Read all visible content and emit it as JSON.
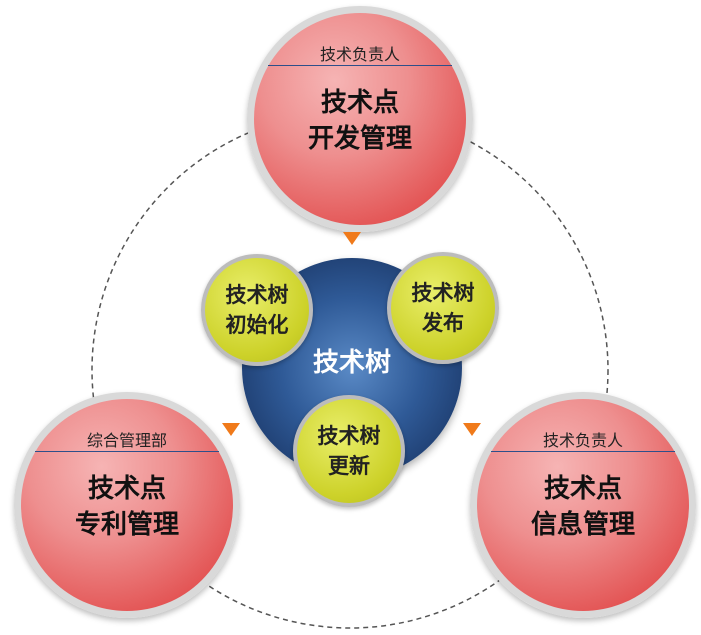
{
  "center": {
    "label": "技术树"
  },
  "satellites": [
    {
      "role": "技术负责人",
      "title_line1": "技术点",
      "title_line2": "开发管理"
    },
    {
      "role": "综合管理部",
      "title_line1": "技术点",
      "title_line2": "专利管理"
    },
    {
      "role": "技术负责人",
      "title_line1": "技术点",
      "title_line2": "信息管理"
    }
  ],
  "stages": [
    {
      "line1": "技术树",
      "line2": "初始化"
    },
    {
      "line1": "技术树",
      "line2": "发布"
    },
    {
      "line1": "技术树",
      "line2": "更新"
    }
  ],
  "colors": {
    "satellite_fill": "#e35454",
    "core_fill": "#132a55",
    "stage_fill": "#cdd22a",
    "arrow": "#f07a1a",
    "ring_dash": "#555555"
  }
}
